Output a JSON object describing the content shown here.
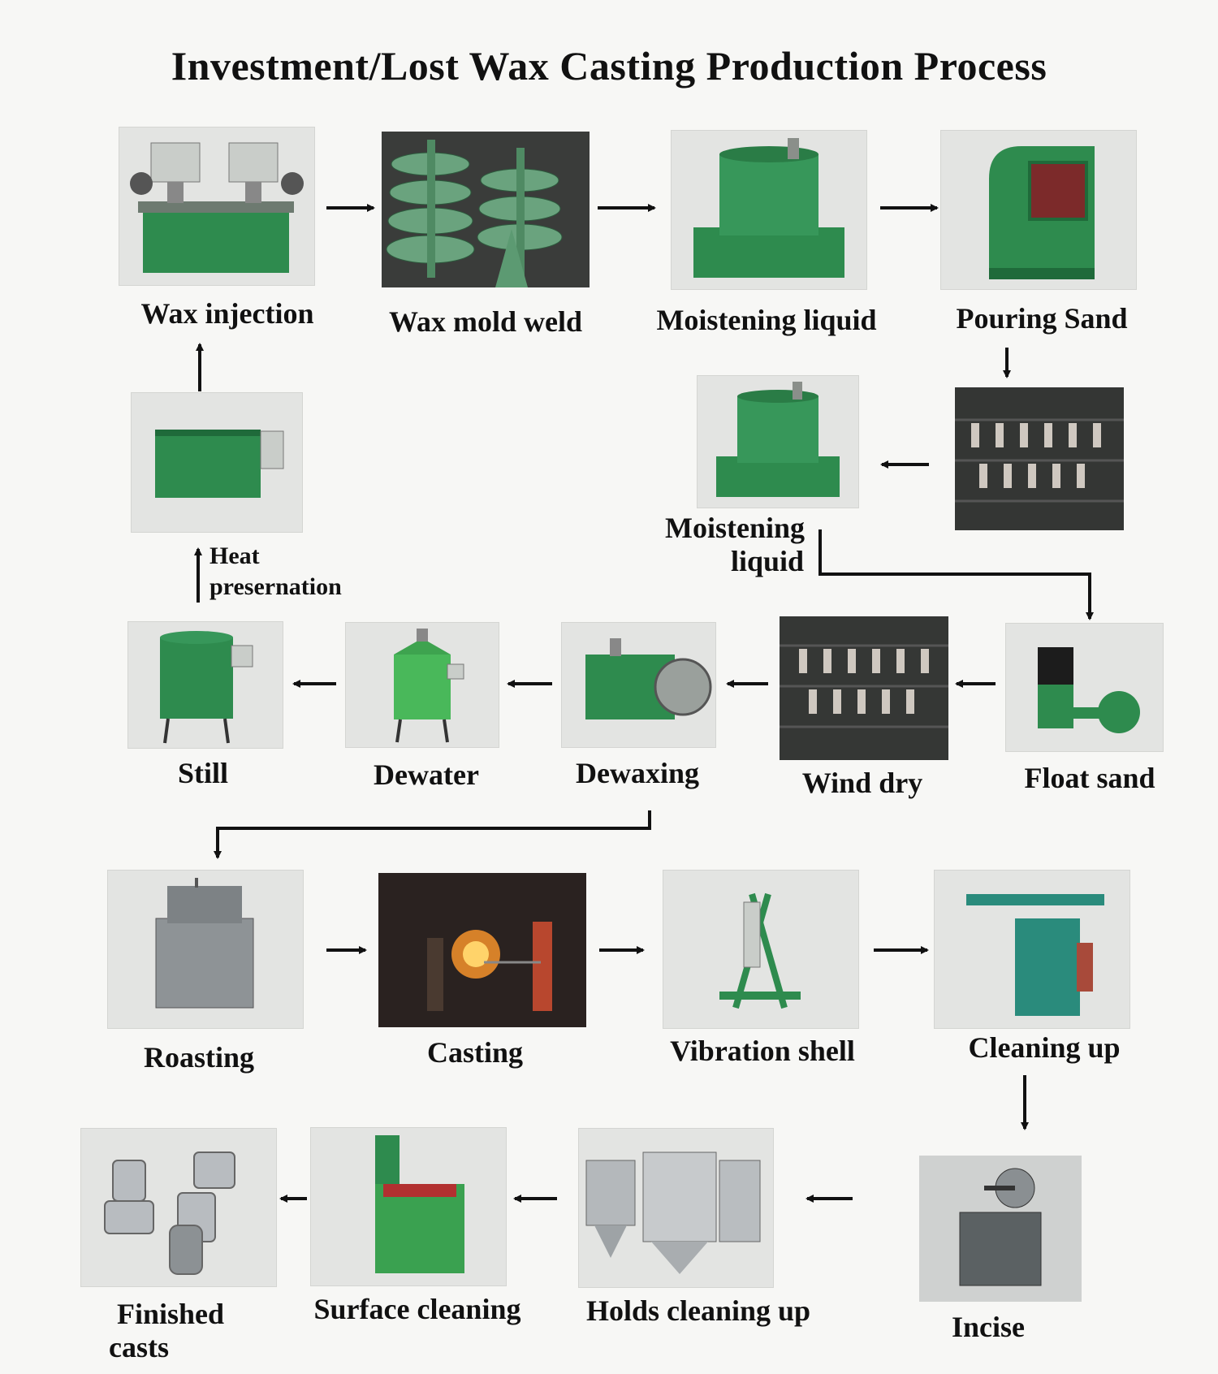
{
  "title": "Investment/Lost Wax Casting Production Process",
  "steps": {
    "wax_injection": "Wax injection",
    "wax_mold_weld": "Wax mold weld",
    "moistening_liquid_1": "Moistening liquid",
    "pouring_sand": "Pouring Sand",
    "moistening_liquid_2_line1": "Moistening",
    "moistening_liquid_2_line2": "liquid",
    "heat_preservation_line1": "Heat",
    "heat_preservation_line2": "presernation",
    "still": "Still",
    "dewater": "Dewater",
    "dewaxing": "Dewaxing",
    "wind_dry": "Wind dry",
    "float_sand": "Float sand",
    "roasting": "Roasting",
    "casting": "Casting",
    "vibration_shell": "Vibration shell",
    "cleaning_up": "Cleaning up",
    "incise": "Incise",
    "holds_cleaning_up": "Holds cleaning up",
    "surface_cleaning": "Surface cleaning",
    "finished_casts_line1": "Finished",
    "finished_casts_line2": "casts"
  },
  "colors": {
    "machine_green": "#2e8b4e",
    "machine_dark_green": "#1f6a3a",
    "photo_bg": "#e3e4e2",
    "arrow": "#111111"
  }
}
